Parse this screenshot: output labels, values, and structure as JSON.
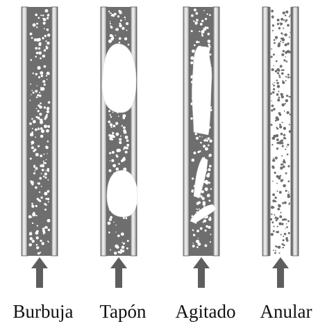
{
  "regimes": [
    {
      "id": "burbuja",
      "label": "Burbuja",
      "fluid": "liquid",
      "gas_shapes": "none"
    },
    {
      "id": "tapon",
      "label": "Tapón",
      "fluid": "liquid",
      "gas_shapes": "slugs"
    },
    {
      "id": "agitado",
      "label": "Agitado",
      "fluid": "liquid",
      "gas_shapes": "churn"
    },
    {
      "id": "anular",
      "label": "Anular",
      "fluid": "gas-core",
      "gas_shapes": "none"
    }
  ],
  "arrow_icon": "up-arrow-icon",
  "colors": {
    "liquid": "#6e6e6e",
    "gas_core": "#ffffff",
    "wall_light": "#e9e9e9",
    "wall_dark": "#555555",
    "bubble_on_liquid": "#ffffff",
    "droplet_on_gas": "#6e6e6e",
    "arrow": "#5e5e5e"
  }
}
